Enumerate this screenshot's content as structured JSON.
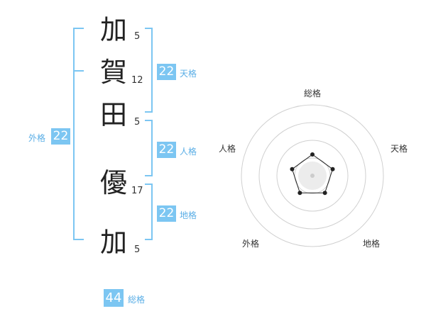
{
  "name": {
    "characters": [
      {
        "char": "加",
        "strokes": "5"
      },
      {
        "char": "賀",
        "strokes": "12"
      },
      {
        "char": "田",
        "strokes": "5"
      },
      {
        "char": "優",
        "strokes": "17"
      },
      {
        "char": "加",
        "strokes": "5"
      }
    ]
  },
  "kakusu": {
    "tenkaku": {
      "value": "22",
      "label": "天格"
    },
    "jinkaku": {
      "value": "22",
      "label": "人格"
    },
    "chikaku": {
      "value": "22",
      "label": "地格"
    },
    "gaikaku": {
      "value": "22",
      "label": "外格"
    },
    "soukaku": {
      "value": "44",
      "label": "総格"
    }
  },
  "colors": {
    "accent": "#7cc6f2",
    "label": "#5aaee6",
    "ring": "#d0d0d0",
    "poly": "#222222"
  },
  "chart_data": {
    "type": "radar",
    "axes": [
      "総格",
      "天格",
      "地格",
      "外格",
      "人格"
    ],
    "values": [
      0.3,
      0.3,
      0.3,
      0.3,
      0.3
    ],
    "rings": 4,
    "range": [
      0,
      1
    ]
  }
}
